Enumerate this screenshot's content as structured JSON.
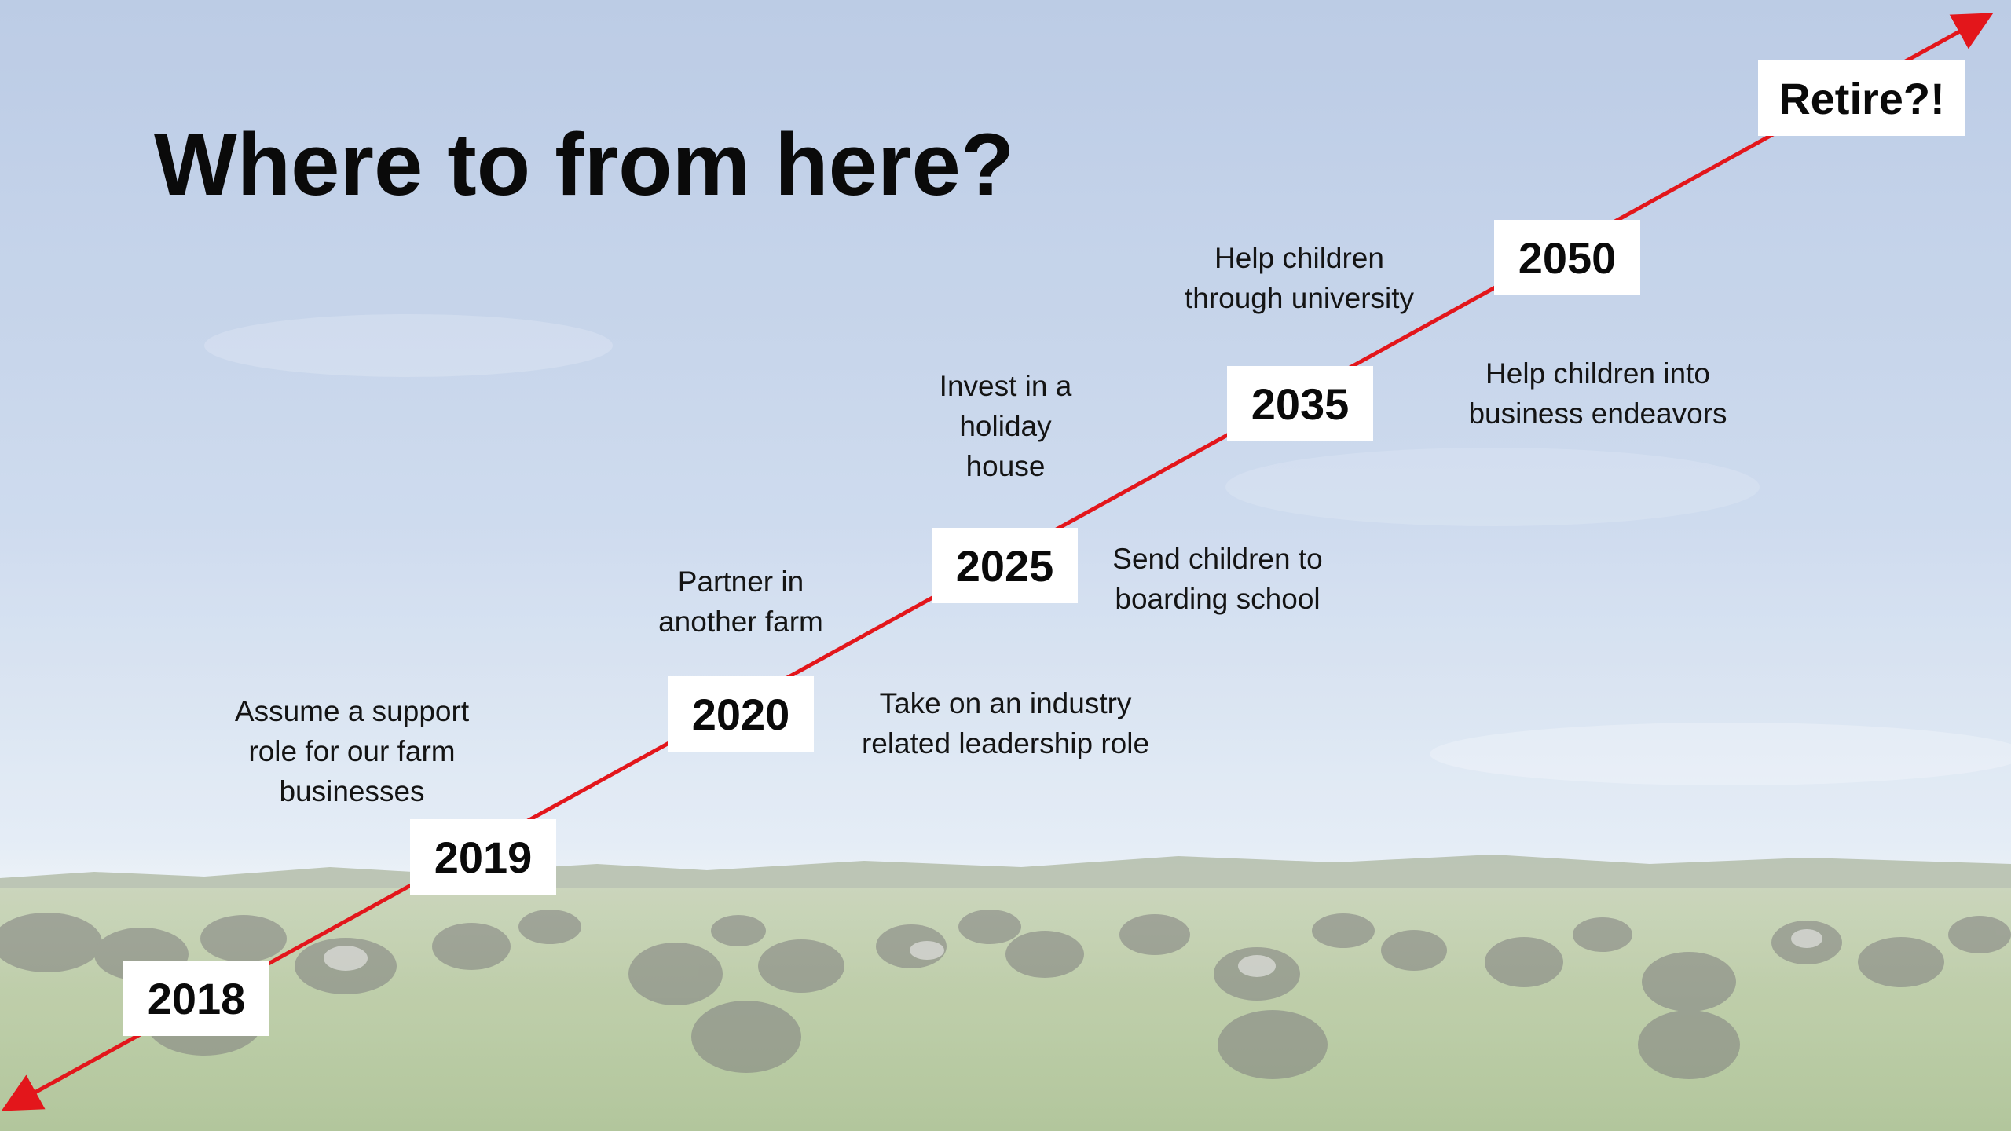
{
  "slide": {
    "title": "Where to from here?",
    "accent_color": "#e3161b"
  },
  "timeline": {
    "milestones": [
      {
        "year": "2018"
      },
      {
        "year": "2019"
      },
      {
        "year": "2020"
      },
      {
        "year": "2025"
      },
      {
        "year": "2035"
      },
      {
        "year": "2050"
      },
      {
        "year": "Retire?!"
      }
    ],
    "notes": [
      {
        "lines": [
          "Assume a support",
          "role for our farm",
          "businesses"
        ]
      },
      {
        "lines": [
          "Partner in",
          "another farm"
        ]
      },
      {
        "lines": [
          "Take on an industry",
          "related leadership role"
        ]
      },
      {
        "lines": [
          "Invest in a",
          "holiday",
          "house"
        ]
      },
      {
        "lines": [
          "Send children to",
          "boarding school"
        ]
      },
      {
        "lines": [
          "Help children",
          "through university"
        ]
      },
      {
        "lines": [
          "Help children into",
          "business endeavors"
        ]
      }
    ]
  }
}
